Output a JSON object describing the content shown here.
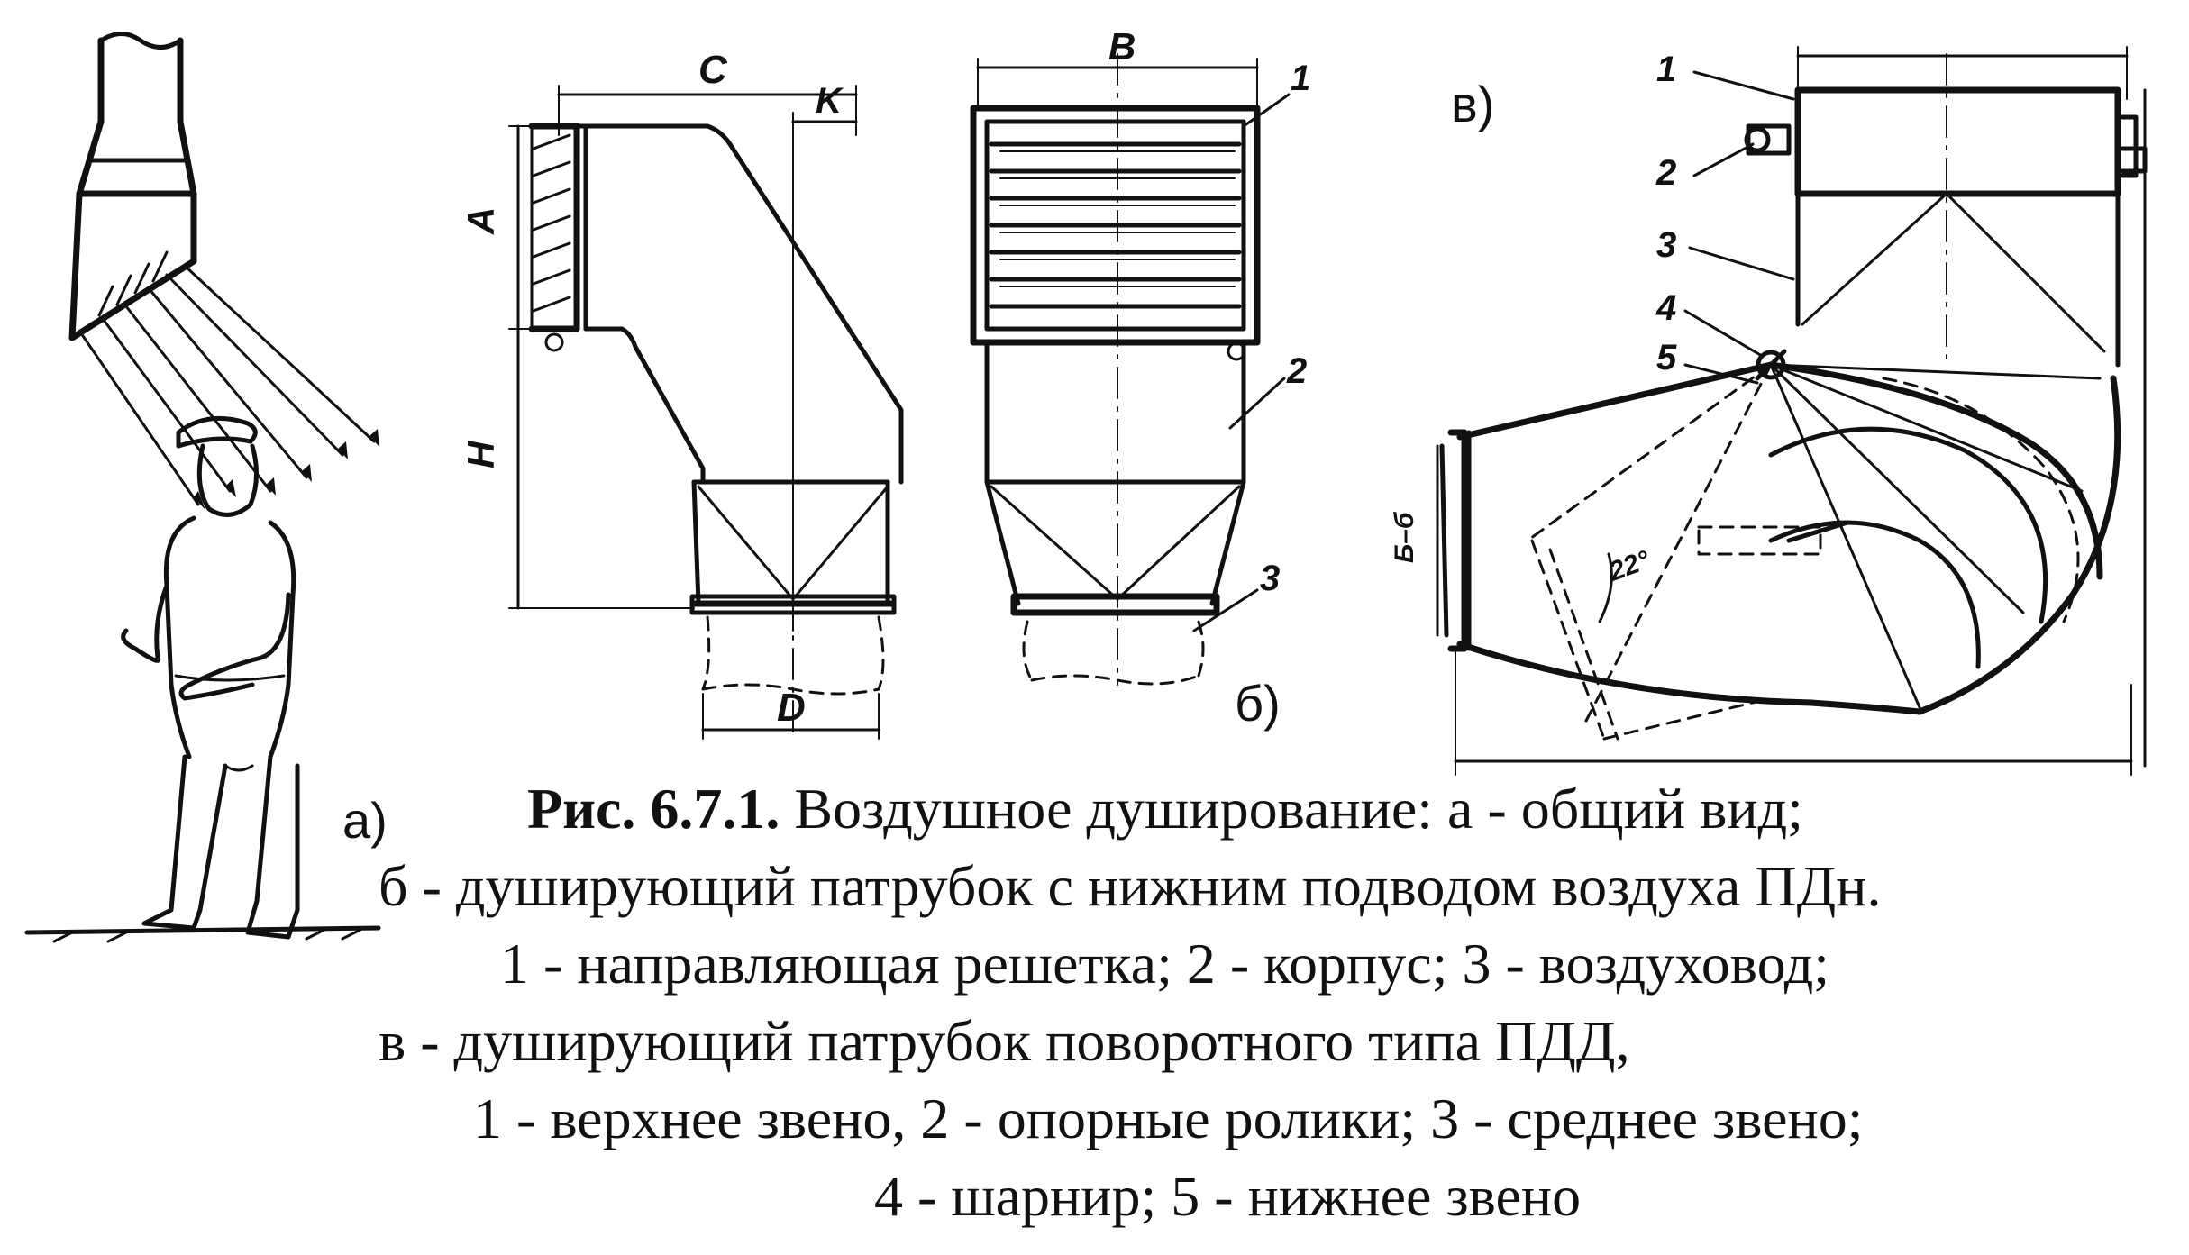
{
  "figure": {
    "panel_labels": {
      "a": "а)",
      "b": "б)",
      "v": "в)"
    },
    "dimension_labels_b": {
      "c": "C",
      "k": "K",
      "a": "A",
      "h": "H",
      "d": "D",
      "b": "B"
    },
    "part_numbers_b": [
      "1",
      "2",
      "3"
    ],
    "part_numbers_v": [
      "1",
      "2",
      "3",
      "4",
      "5"
    ],
    "angle_label_v": "22°",
    "caption": {
      "figure_ref": "Рис. 6.7.1.",
      "line1_rest": " Воздушное душирование: а - общий вид;",
      "line2": "б - душирующий патрубок с нижним подводом воздуха ПДн.",
      "line3": "1 - направляющая решетка; 2 - корпус; 3 - воздуховод;",
      "line4": "в - душирующий патрубок поворотного типа ПДД,",
      "line5": "1 - верхнее звено, 2 - опорные ролики; 3 - среднее звено;",
      "line6": "4 - шарнир; 5 - нижнее звено"
    }
  }
}
